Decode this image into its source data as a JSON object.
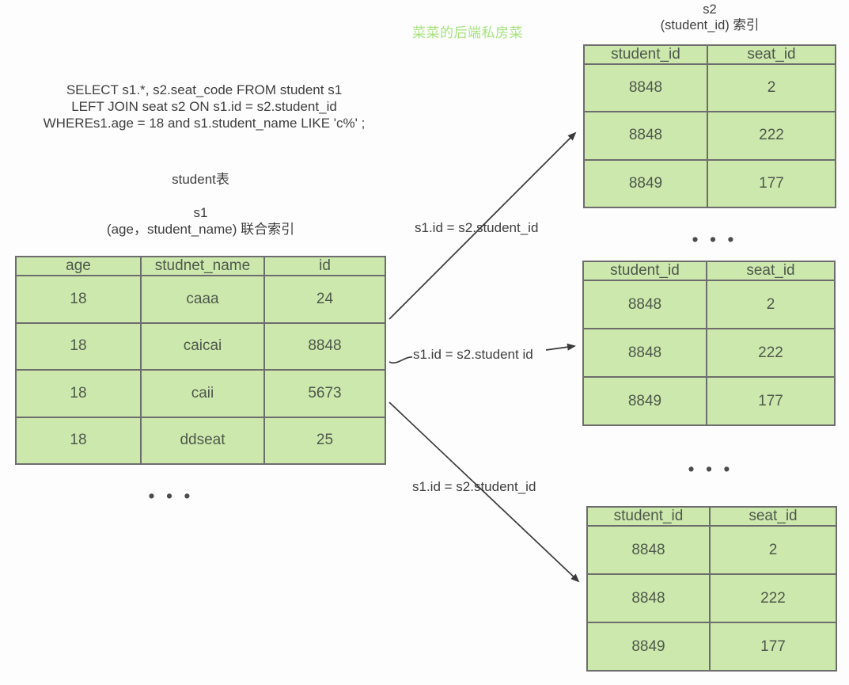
{
  "watermark": {
    "text": "菜菜的后端私房菜",
    "color": "#a6e37e"
  },
  "sql_query": {
    "lines": [
      "SELECT s1.*, s2.seat_code FROM student s1",
      "LEFT JOIN seat s2 ON s1.id = s2.student_id",
      "WHEREs1.age = 18 and s1.student_name LIKE 'c%' ;"
    ]
  },
  "student_table": {
    "caption": "student表",
    "index_caption_line1": "s1",
    "index_caption_line2": "(age，student_name) 联合索引",
    "headers": [
      "age",
      "studnet_name",
      "id"
    ],
    "rows": [
      [
        "18",
        "caaa",
        "24"
      ],
      [
        "18",
        "caicai",
        "8848"
      ],
      [
        "18",
        "caii",
        "5673"
      ],
      [
        "18",
        "ddseat",
        "25"
      ]
    ],
    "ellipsis": "• • •"
  },
  "seat_index": {
    "caption_line1": "s2",
    "caption_line2": "(student_id) 索引",
    "headers": [
      "student_id",
      "seat_id"
    ],
    "tables": [
      {
        "rows": [
          [
            "8848",
            "2"
          ],
          [
            "8848",
            "222"
          ],
          [
            "8849",
            "177"
          ]
        ]
      },
      {
        "rows": [
          [
            "8848",
            "2"
          ],
          [
            "8848",
            "222"
          ],
          [
            "8849",
            "177"
          ]
        ]
      },
      {
        "rows": [
          [
            "8848",
            "2"
          ],
          [
            "8848",
            "222"
          ],
          [
            "8849",
            "177"
          ]
        ]
      }
    ],
    "ellipsis_between_1_2": "• • •",
    "ellipsis_between_2_3": "• • •"
  },
  "join_arrows": {
    "labels": [
      "s1.id = s2.student_id",
      "s1.id = s2.student id",
      "s1.id = s2.student_id"
    ]
  },
  "colors": {
    "cell_fill": "#cde8ad",
    "table_border": "#6d6d6d",
    "table_text": "#4e584c",
    "label_text": "#3e3e3e",
    "watermark_green": "#a6e37e",
    "arrow": "#3a3a3a",
    "ellipsis_dots": "#4c4c4c",
    "background": "#fdfdfd"
  }
}
